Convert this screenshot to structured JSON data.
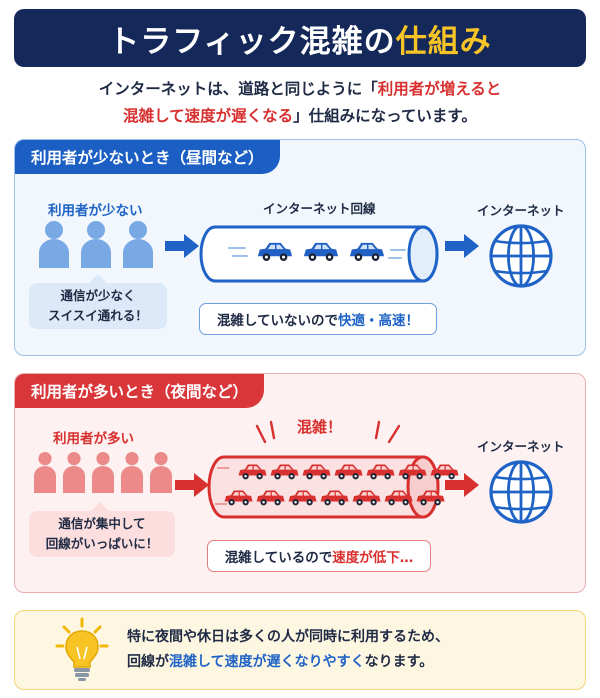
{
  "title": {
    "main": "トラフィック混雑の",
    "accent": "仕組み"
  },
  "intro": {
    "line1_pre": "インターネットは、道路と同じように「",
    "line1_red": "利用者が増えると",
    "line2_red": "混雑して速度が遅くなる",
    "line2_post": "」仕組みになっています。"
  },
  "low_section": {
    "tab": "利用者が少ないとき（昼間など）",
    "users_label": "利用者が少ない",
    "user_count": 3,
    "bubble_line1": "通信が少なく",
    "bubble_line2": "スイスイ通れる！",
    "line_caption": "インターネット回線",
    "car_count": 3,
    "status_pre": "混雑していないので",
    "status_accent": "快適・高速！",
    "destination": "インターネット"
  },
  "high_section": {
    "tab": "利用者が多いとき（夜間など）",
    "users_label": "利用者が多い",
    "user_count": 5,
    "bubble_line1": "通信が集中して",
    "bubble_line2": "回線がいっぱいに！",
    "congestion_label": "混雑！",
    "car_count": 14,
    "status_pre": "混雑しているので",
    "status_accent": "速度が低下…",
    "destination": "インターネット"
  },
  "tip": {
    "line1": "特に夜間や休日は多くの人が同時に利用するため、",
    "line2_pre": "回線が",
    "line2_accent": "混雑して速度が遅くなりやすく",
    "line2_post": "なります。"
  },
  "icons": {
    "person": "person-icon",
    "arrow": "arrow-right-icon",
    "car": "car-icon",
    "globe": "globe-icon",
    "lightbulb": "lightbulb-icon"
  },
  "colors": {
    "navy": "#14285a",
    "accent_yellow": "#f7c325",
    "blue": "#1f63c6",
    "light_blue": "#79a9e4",
    "red": "#d8302f",
    "light_red": "#ec8a8a",
    "tip_background": "#fdf6e1"
  }
}
